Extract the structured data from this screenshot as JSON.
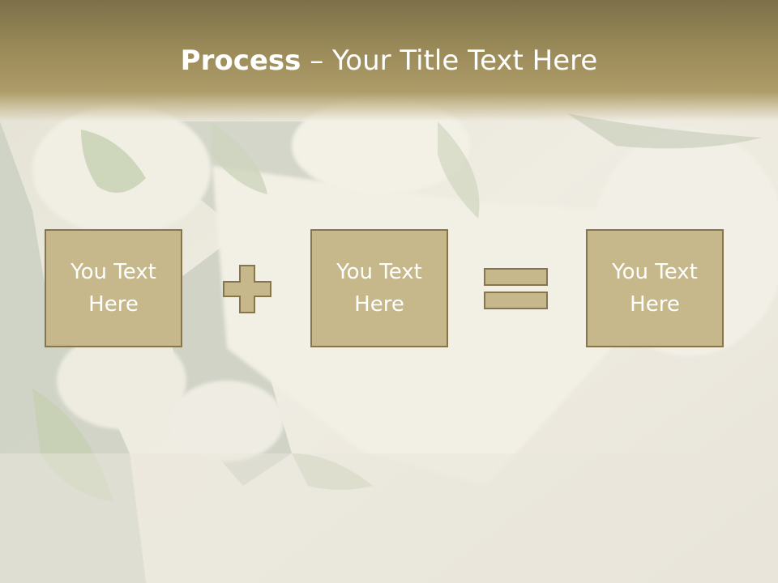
{
  "title": {
    "bold_part": "Process",
    "separator": " – ",
    "rest": "Your Title Text Here"
  },
  "boxes": [
    {
      "line1": "You Text",
      "line2": "Here"
    },
    {
      "line1": "You Text",
      "line2": "Here"
    },
    {
      "line1": "You Text",
      "line2": "Here"
    }
  ],
  "operators": [
    "plus-icon",
    "equals-icon"
  ],
  "colors": {
    "title_bar": "#9a8a59",
    "box_fill": "#c6b88b",
    "box_border": "#857650",
    "text": "#ffffff"
  }
}
